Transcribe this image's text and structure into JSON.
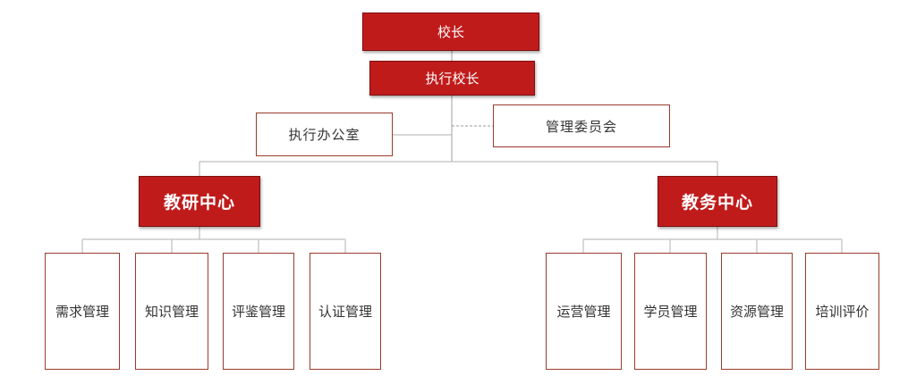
{
  "chart": {
    "principal": "校长",
    "executive_principal": "执行校长",
    "executive_office": "执行办公室",
    "management_committee": "管理委员会",
    "research_center": {
      "title": "教研中心",
      "units": [
        "需求管理",
        "知识管理",
        "评鉴管理",
        "认证管理"
      ]
    },
    "academic_center": {
      "title": "教务中心",
      "units": [
        "运营管理",
        "学员管理",
        "资源管理",
        "培训评价"
      ]
    }
  },
  "colors": {
    "fill": "#c01b1b",
    "outline": "#9a3b2c",
    "connector": "#bfbfbf"
  }
}
